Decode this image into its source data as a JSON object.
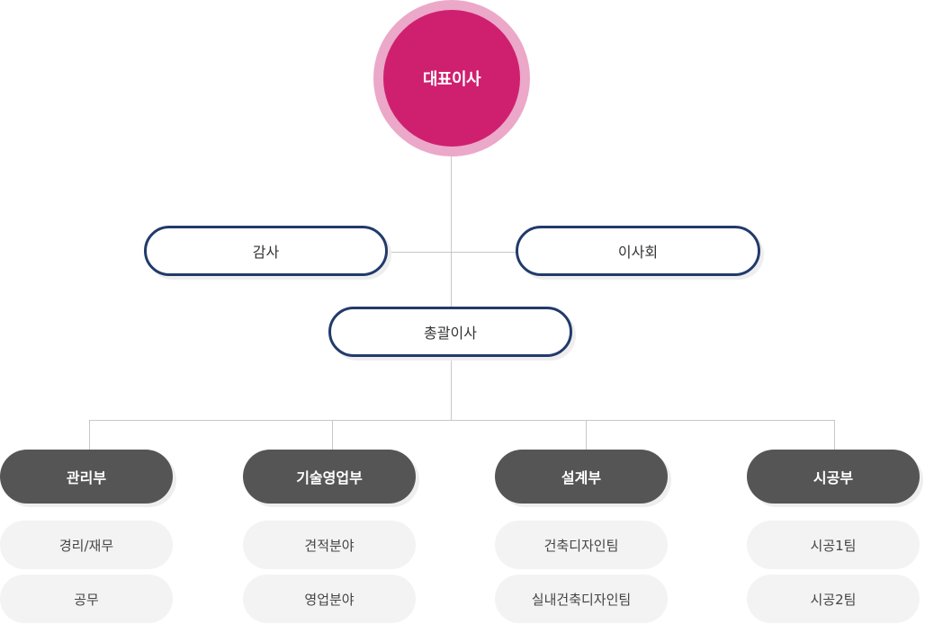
{
  "ceo": {
    "label": "대표이사"
  },
  "audit": {
    "label": "감사"
  },
  "board": {
    "label": "이사회"
  },
  "general_director": {
    "label": "총괄이사"
  },
  "departments": [
    {
      "label": "관리부",
      "teams": [
        "경리/재무",
        "공무"
      ]
    },
    {
      "label": "기술영업부",
      "teams": [
        "견적분야",
        "영업분야"
      ]
    },
    {
      "label": "설계부",
      "teams": [
        "건축디자인팀",
        "실내건축디자인팀"
      ]
    },
    {
      "label": "시공부",
      "teams": [
        "시공1팀",
        "시공2팀"
      ]
    }
  ],
  "colors": {
    "ceo_fill": "#cf2070",
    "ceo_ring": "#eba8c9",
    "outline_navy": "#223a6b",
    "department_fill": "#555555",
    "team_fill": "#f3f3f3",
    "connector": "#c8c8c8"
  }
}
